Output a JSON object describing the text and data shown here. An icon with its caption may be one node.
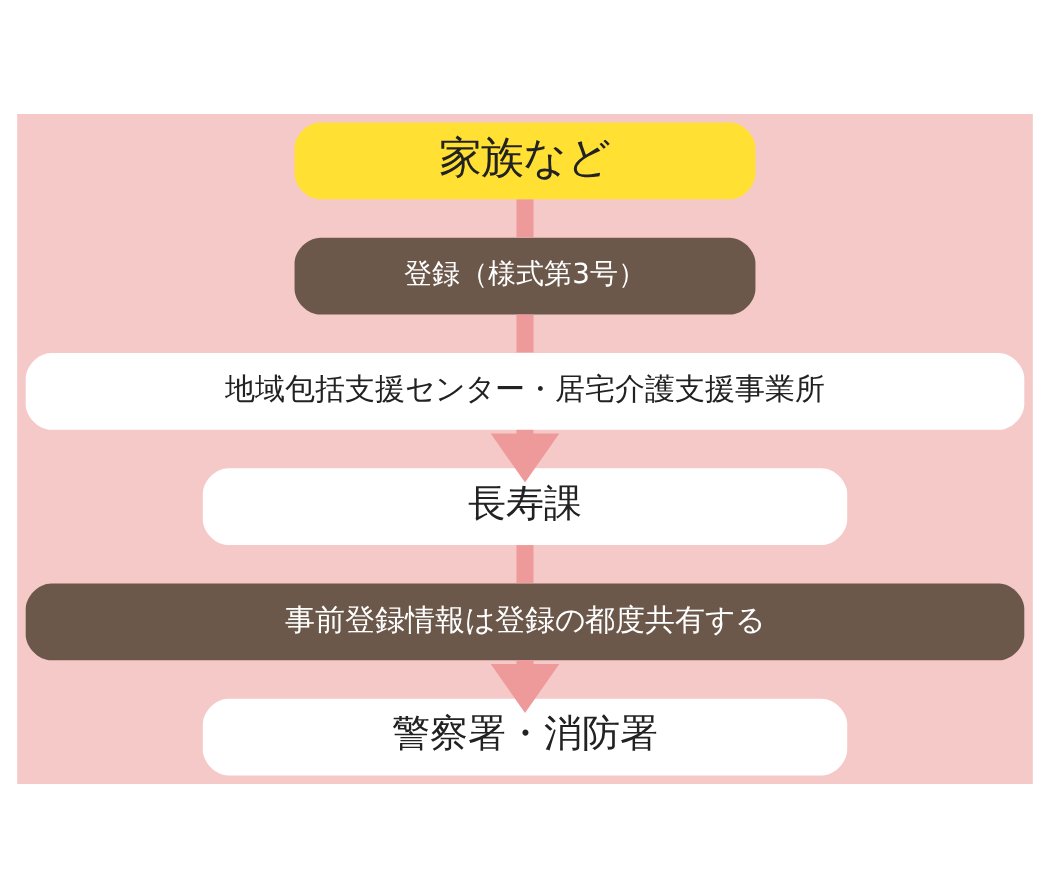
{
  "diagram": {
    "nodes": [
      {
        "text": [
          "家族など"
        ]
      },
      {
        "text": [
          "登録（様式第3号）"
        ]
      },
      {
        "text": [
          "地域包括支援センター・居宅介護支援事業所"
        ]
      },
      {
        "text": [
          "長寿課"
        ]
      },
      {
        "text": [
          "事前登録情報は登録の都度共有する"
        ]
      },
      {
        "text": [
          "警察署・消防署"
        ]
      }
    ],
    "edges": [
      {
        "from": 0,
        "to": 1,
        "arrow": "none"
      },
      {
        "from": 1,
        "to": 2,
        "arrow": "none"
      },
      {
        "from": 2,
        "to": 3,
        "arrow": "to"
      },
      {
        "from": 3,
        "to": 4,
        "arrow": "none"
      },
      {
        "from": 4,
        "to": 5,
        "arrow": "to"
      }
    ]
  }
}
